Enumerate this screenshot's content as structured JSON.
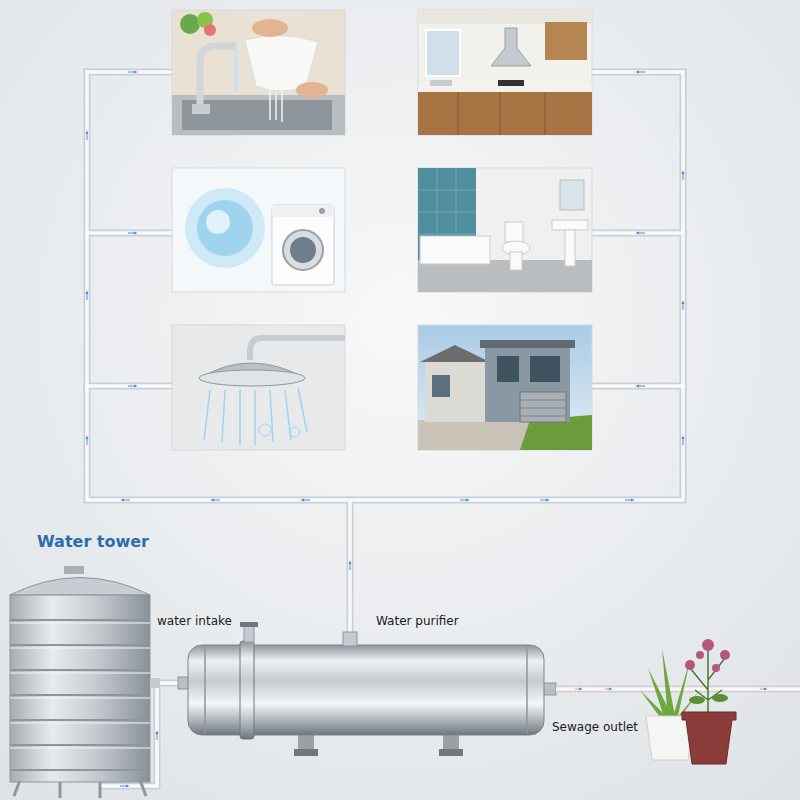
{
  "diagram": {
    "labels": [
      "Water tower",
      "water intake",
      "Water purifier",
      "Sewage outlet"
    ]
  }
}
